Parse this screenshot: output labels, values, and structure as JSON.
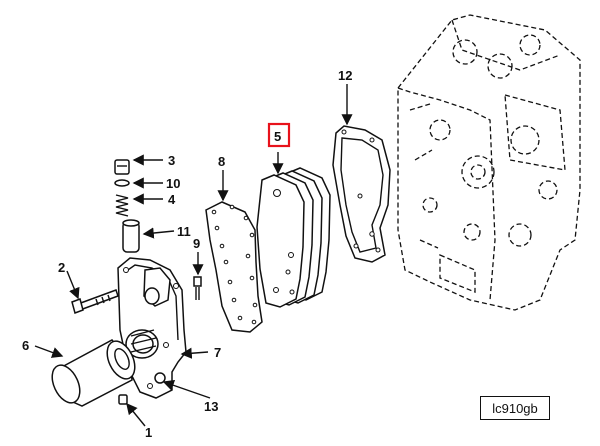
{
  "callouts": {
    "c1": "1",
    "c2": "2",
    "c3": "3",
    "c4": "4",
    "c5": "5",
    "c6": "6",
    "c7": "7",
    "c8": "8",
    "c9": "9",
    "c10": "10",
    "c11": "11",
    "c12": "12",
    "c13": "13"
  },
  "highlight": {
    "callout": "5",
    "color": "#e8121b"
  },
  "reference_code": "lc910gb"
}
